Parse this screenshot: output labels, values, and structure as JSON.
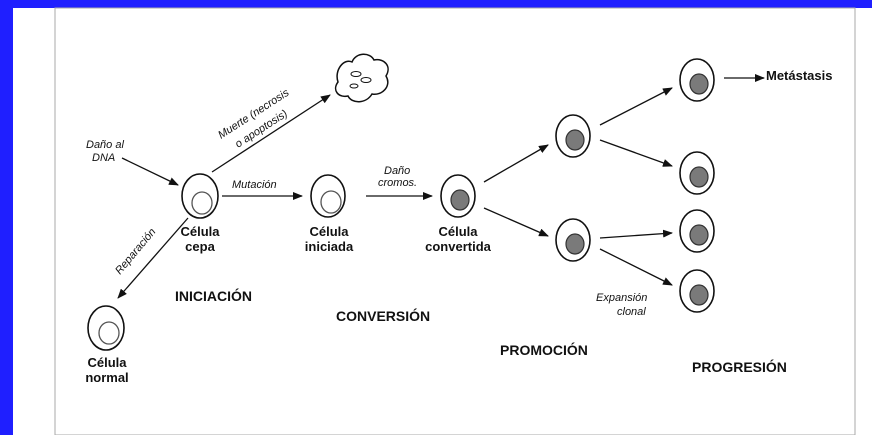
{
  "labels": {
    "dano_dna_1": "Daño al",
    "dano_dna_2": "DNA",
    "muerte_1": "Muerte (necrosis",
    "muerte_2": "o apoptosis)",
    "reparacion": "Reparación",
    "mutacion": "Mutación",
    "dano_cromos_1": "Daño",
    "dano_cromos_2": "cromos.",
    "expansion_1": "Expansión",
    "expansion_2": "clonal",
    "metastasis": "Metástasis"
  },
  "cells": {
    "cepa_1": "Célula",
    "cepa_2": "cepa",
    "iniciada_1": "Célula",
    "iniciada_2": "iniciada",
    "convertida_1": "Célula",
    "convertida_2": "convertida",
    "normal_1": "Célula",
    "normal_2": "normal"
  },
  "stages": {
    "iniciacion": "INICIACIÓN",
    "conversion": "CONVERSIÓN",
    "promocion": "PROMOCIÓN",
    "progresion": "PROGRESIÓN"
  },
  "colors": {
    "frame": "#1f1fff",
    "nucleus_dark": "#7a7a7a",
    "nucleus_light": "#ffffff"
  }
}
